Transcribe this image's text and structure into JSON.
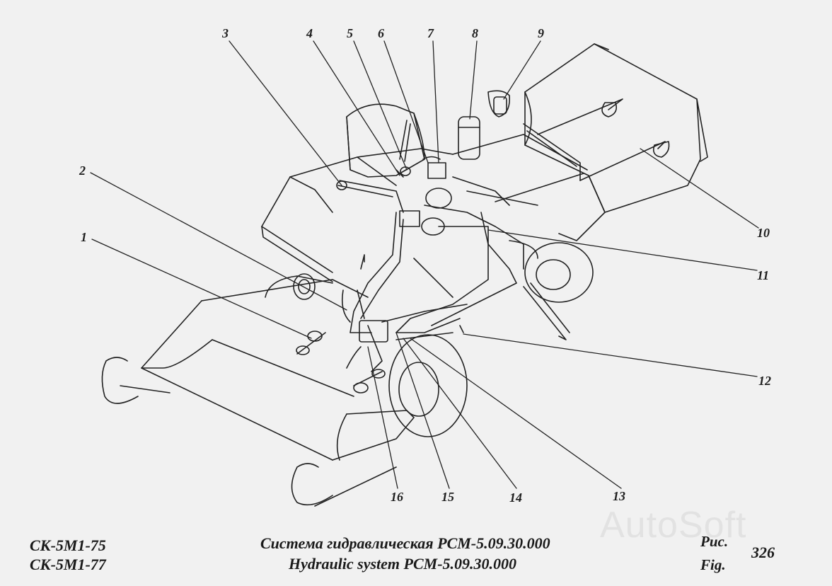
{
  "callouts": [
    "1",
    "2",
    "3",
    "4",
    "5",
    "6",
    "7",
    "8",
    "9",
    "10",
    "11",
    "12",
    "13",
    "14",
    "15",
    "16"
  ],
  "models": [
    "СК-5М1-75",
    "СК-5М1-77"
  ],
  "caption": {
    "ru": "Система гидравлическая РСМ-5.09.30.000",
    "en": "Hydraulic system РСМ-5.09.30.000"
  },
  "figure": {
    "label_ru": "Рис.",
    "label_en": "Fig.",
    "number": "326"
  },
  "watermark": "AutoSoft",
  "colors": {
    "ink": "#1f1f1f",
    "paper": "#f1f1f1",
    "watermark": "#e2e2e2"
  }
}
